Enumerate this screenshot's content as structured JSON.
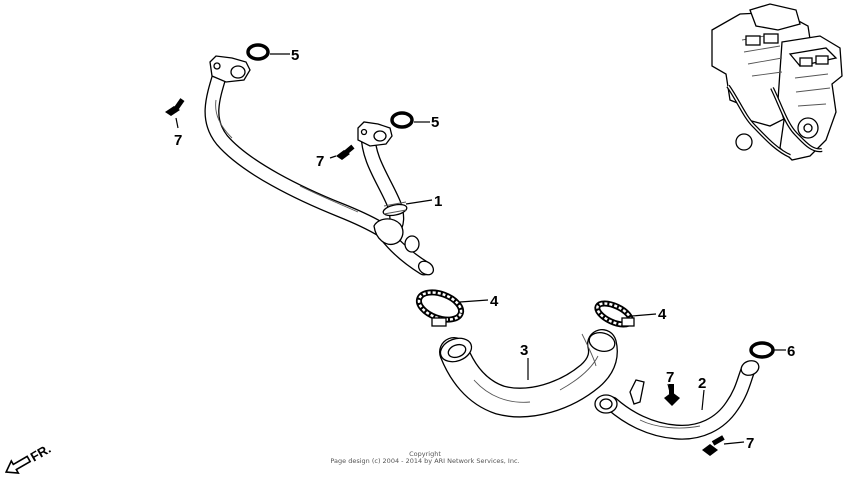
{
  "callouts": {
    "c1": "1",
    "c2": "2",
    "c3": "3",
    "c4a": "4",
    "c4b": "4",
    "c5a": "5",
    "c5b": "5",
    "c6": "6",
    "c7a": "7",
    "c7b": "7",
    "c7c": "7",
    "c7d": "7"
  },
  "direction_label": "FR.",
  "copyright": {
    "line1": "Copyright",
    "line2": "Page design (c) 2004 - 2014 by ARI Network Services, Inc."
  }
}
